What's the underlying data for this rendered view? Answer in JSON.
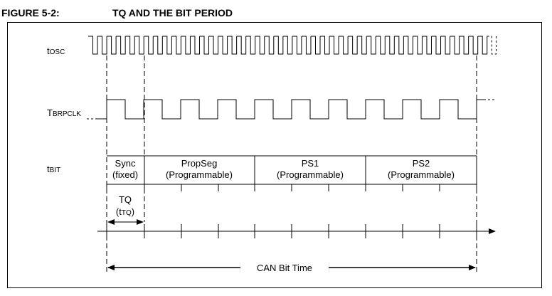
{
  "figure": {
    "number": "FIGURE 5-2:",
    "title": "TQ AND THE BIT PERIOD"
  },
  "signals": {
    "tosc": {
      "lead": "t",
      "sub": "OSC"
    },
    "tbrpclk": {
      "lead": "T",
      "sub": "BRPCLK"
    },
    "tbit": {
      "lead": "t",
      "sub": "BIT"
    }
  },
  "segments": {
    "sync": {
      "line1": "Sync",
      "line2": "(fixed)"
    },
    "propseg": {
      "line1": "PropSeg",
      "line2": "(Programmable)"
    },
    "ps1": {
      "line1": "PS1",
      "line2": "(Programmable)"
    },
    "ps2": {
      "line1": "PS2",
      "line2": "(Programmable)"
    }
  },
  "tq": {
    "line1": "TQ",
    "line2_open": "(t",
    "line2_sub": "TQ",
    "line2_close": ")"
  },
  "bit_time_label": "CAN Bit Time"
}
